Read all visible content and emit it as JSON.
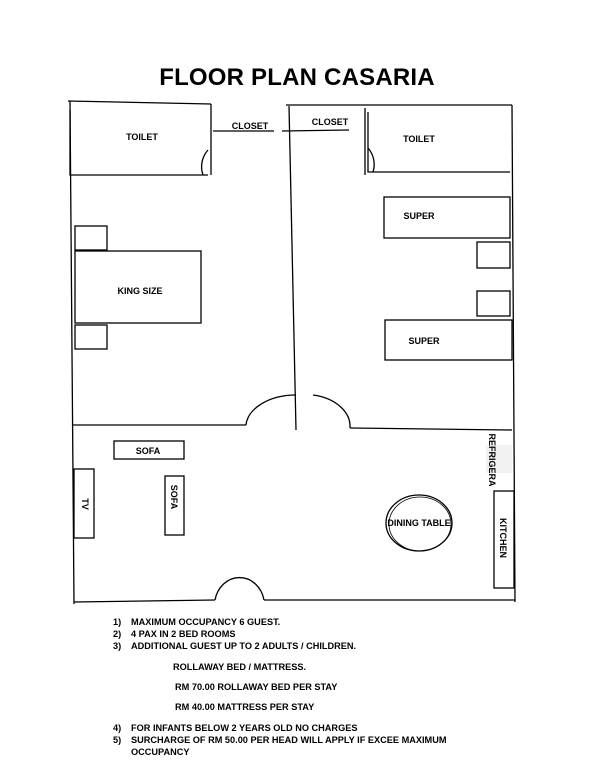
{
  "title": "FLOOR PLAN CASARIA",
  "rooms": {
    "closet_left": "CLOSET",
    "closet_right": "CLOSET",
    "toilet_left": "TOILET",
    "toilet_right": "TOILET",
    "bed_king": "KING SIZE",
    "bed_super_1": "SUPER",
    "bed_super_2": "SUPER",
    "sofa_horizontal": "SOFA",
    "sofa_vertical": "SOFA",
    "tv": "TV",
    "dining_table": "DINING TABLE",
    "kitchen": "KITCHEN",
    "refrigerator": "REFRIGERA"
  },
  "notes": [
    {
      "num": "1)",
      "text": "MAXIMUM OCCUPANCY 6 GUEST."
    },
    {
      "num": "2)",
      "text": "4 PAX IN 2 BED ROOMS"
    },
    {
      "num": "3)",
      "text": "ADDITIONAL GUEST UP TO 2 ADULTS / CHILDREN."
    }
  ],
  "sub_notes": [
    "ROLLAWAY BED / MATTRESS.",
    "RM 70.00 ROLLAWAY BED PER STAY",
    "RM 40.00 MATTRESS PER STAY"
  ],
  "notes2": [
    {
      "num": "4)",
      "text": "FOR INFANTS BELOW 2 YEARS OLD NO CHARGES"
    },
    {
      "num": "5)",
      "text": "SURCHARGE OF RM 50.00 PER HEAD WILL APPLY IF EXCEE MAXIMUM OCCUPANCY"
    }
  ]
}
